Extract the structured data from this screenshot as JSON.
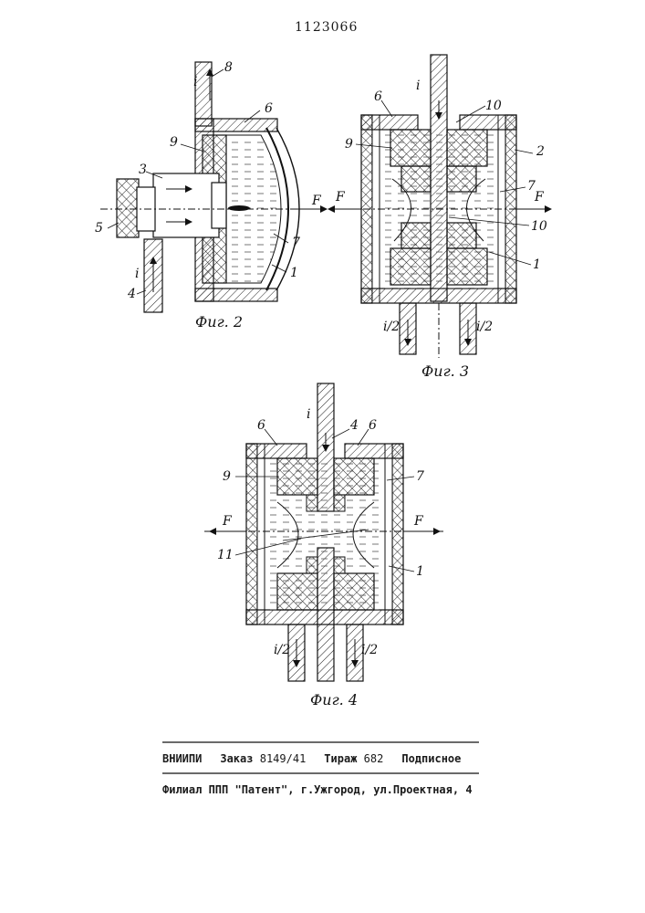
{
  "page_number": "1123066",
  "figures": {
    "fig2": {
      "caption": "Фиг. 2",
      "labels": {
        "n1": "1",
        "n3": "3",
        "n4": "4",
        "n5": "5",
        "n6": "6",
        "n7": "7",
        "n8": "8",
        "n9": "9",
        "i_top": "i",
        "i_low": "i",
        "F": "F"
      }
    },
    "fig3": {
      "caption": "Фиг. 3",
      "labels": {
        "n1": "1",
        "n2": "2",
        "n6": "6",
        "n7": "7",
        "n9": "9",
        "n10a": "10",
        "n10b": "10",
        "i": "i",
        "F_left": "F",
        "F_right": "F",
        "half_left": "i/2",
        "half_right": "i/2"
      }
    },
    "fig4": {
      "caption": "Фиг. 4",
      "labels": {
        "n1": "1",
        "n4": "4",
        "n6a": "6",
        "n6b": "6",
        "n7": "7",
        "n9": "9",
        "n11": "11",
        "i": "i",
        "F_left": "F",
        "F_right": "F",
        "half_left": "i/2",
        "half_right": "i/2"
      }
    }
  },
  "footer": {
    "org": "ВНИИПИ",
    "order_label": "Заказ",
    "order_value": "8149/41",
    "circulation_label": "Тираж",
    "circulation_value": "682",
    "subscription": "Подписное",
    "branch_line": "Филиал ППП \"Патент\", г.Ужгород, ул.Проектная, 4"
  }
}
